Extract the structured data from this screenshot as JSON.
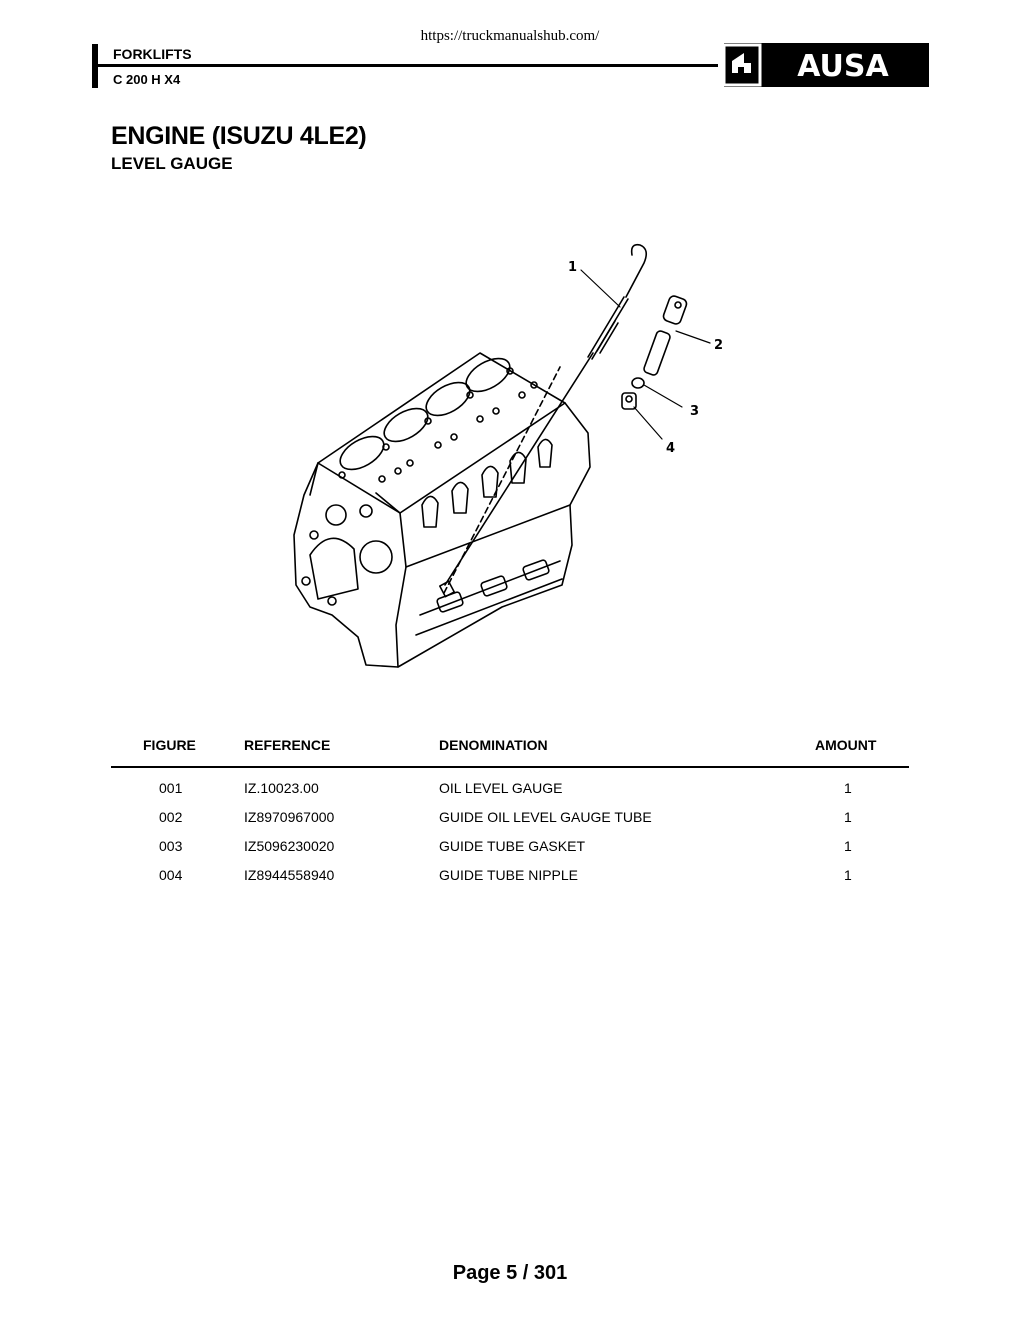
{
  "header": {
    "url": "https://truckmanualshub.com/",
    "line1": "FORKLIFTS",
    "line2": "C 200 H X4",
    "logo_text": "AUSA"
  },
  "title": "ENGINE (ISUZU 4LE2)",
  "subtitle": "LEVEL GAUGE",
  "figure": {
    "callouts": [
      "1",
      "2",
      "3",
      "4"
    ]
  },
  "table": {
    "headers": {
      "figure": "FIGURE",
      "reference": "REFERENCE",
      "denomination": "DENOMINATION",
      "amount": "AMOUNT"
    },
    "rows": [
      {
        "figure": "001",
        "reference": "IZ.10023.00",
        "denomination": "OIL LEVEL GAUGE",
        "amount": "1"
      },
      {
        "figure": "002",
        "reference": "IZ8970967000",
        "denomination": "GUIDE OIL LEVEL GAUGE TUBE",
        "amount": "1"
      },
      {
        "figure": "003",
        "reference": "IZ5096230020",
        "denomination": "GUIDE TUBE GASKET",
        "amount": "1"
      },
      {
        "figure": "004",
        "reference": "IZ8944558940",
        "denomination": "GUIDE TUBE NIPPLE",
        "amount": "1"
      }
    ]
  },
  "footer": {
    "page": "Page 5 / 301"
  },
  "colors": {
    "text": "#000000",
    "background": "#ffffff"
  }
}
